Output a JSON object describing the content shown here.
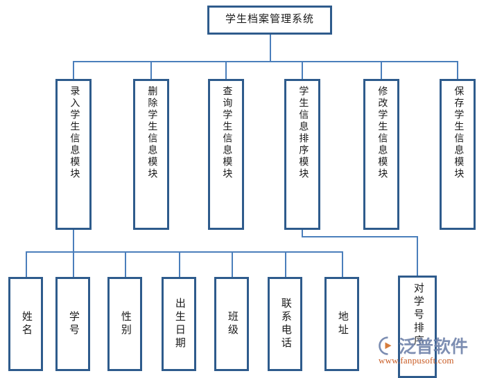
{
  "diagram": {
    "title": "学生档案管理系统",
    "root": {
      "label": "学生档案管理系统"
    },
    "modules": [
      {
        "label": "录入学生信息模块"
      },
      {
        "label": "删除学生信息模块"
      },
      {
        "label": "查询学生信息模块"
      },
      {
        "label": "学生信息排序模块"
      },
      {
        "label": "修改学生信息模块"
      },
      {
        "label": "保存学生信息模块"
      }
    ],
    "fields": [
      {
        "label": "姓名"
      },
      {
        "label": "学号"
      },
      {
        "label": "性别"
      },
      {
        "label": "出生日期"
      },
      {
        "label": "班级"
      },
      {
        "label": "联系电话"
      },
      {
        "label": "地址"
      }
    ],
    "sort_child": {
      "label": "对学号排序"
    },
    "colors": {
      "box_border": "#2e5b8c",
      "connector": "#4a7ebb",
      "background": "#ffffff",
      "watermark_text": "#6c7fa8",
      "watermark_url": "#c85a22"
    }
  },
  "watermark": {
    "brand": "泛普软件",
    "url": "www.fanpusoft.com",
    "logo_icon": "fanpu-logo-icon"
  }
}
